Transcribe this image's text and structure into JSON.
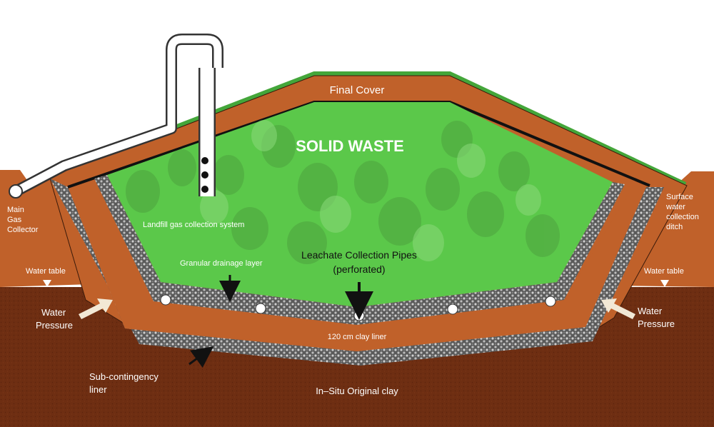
{
  "labels": {
    "final_cover": "Final Cover",
    "solid_waste": "SOLID WASTE",
    "main_gas_collector": [
      "Main",
      "Gas",
      "Collector"
    ],
    "surface_ditch": [
      "Surface",
      "water",
      "collection",
      "ditch"
    ],
    "gas_system": "Landfill gas collection system",
    "granular_layer": "Granular drainage layer",
    "leachate_pipes": "Leachate Collection Pipes",
    "leachate_perforated": "(perforated)",
    "water_table_left": "Water table",
    "water_table_right": "Water table",
    "water_pressure_left": [
      "Water",
      "Pressure"
    ],
    "water_pressure_right": [
      "Water",
      "Pressure"
    ],
    "clay_liner": "120 cm clay liner",
    "sub_liner": [
      "Sub-contingency",
      "liner"
    ],
    "in_situ": "In–Situ Original clay"
  },
  "colors": {
    "sky": "#ffffff",
    "soil": "#6e2e12",
    "clay": "#c0612a",
    "grass": "#44a63a",
    "waste": "#5bc84a",
    "gravel": "#8a8a8a",
    "pipe": "#ffffff",
    "text_light": "#ffffff",
    "text_dark": "#111111"
  }
}
